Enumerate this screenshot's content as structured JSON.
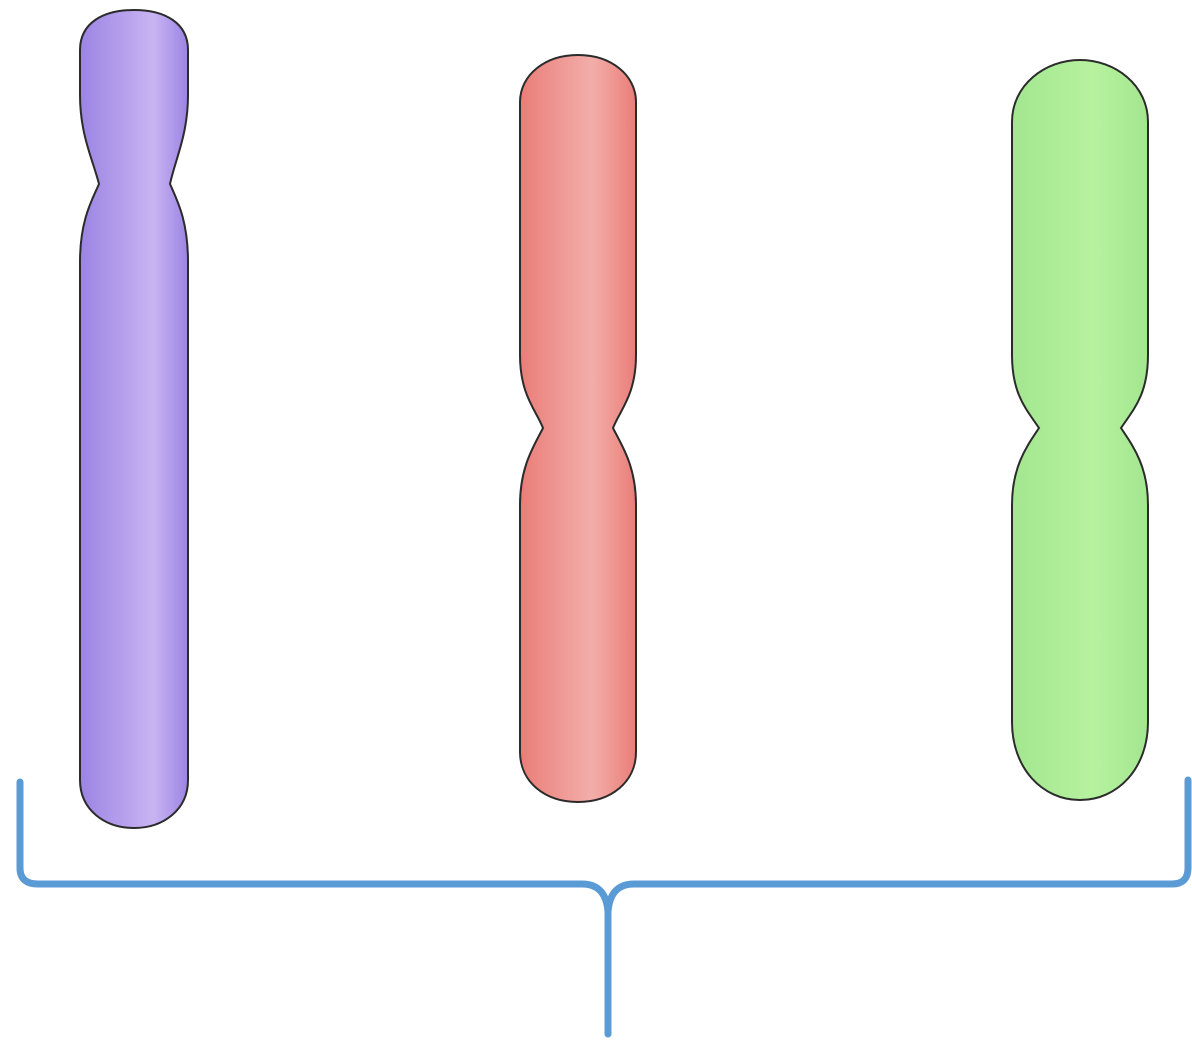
{
  "diagram": {
    "background": "#ffffff",
    "outline_color": "#2b2b2b",
    "bracket_color": "#5b9bd5",
    "chromosomes": [
      {
        "id": "purple",
        "color_dark": "#9b84e3",
        "color_light": "#c9b4f3",
        "centromere": "submetacentric"
      },
      {
        "id": "red",
        "color_dark": "#ea7d78",
        "color_light": "#f3aeaa",
        "centromere": "metacentric"
      },
      {
        "id": "green",
        "color_dark": "#a3e690",
        "color_light": "#b7f29f",
        "centromere": "metacentric"
      }
    ]
  }
}
